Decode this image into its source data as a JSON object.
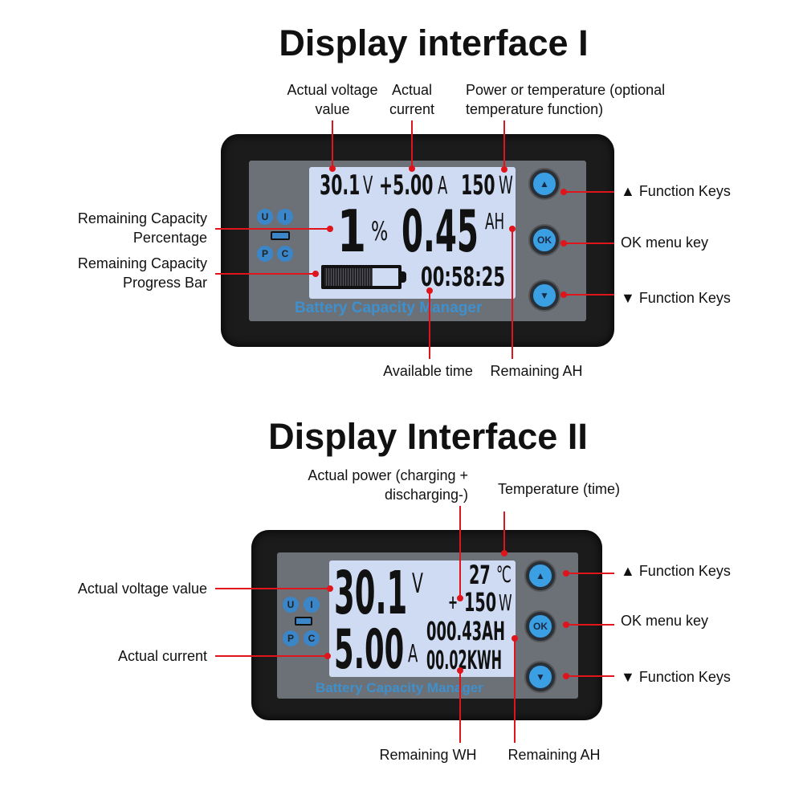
{
  "colors": {
    "annotation": "#e0141b",
    "button": "#3b9fe3",
    "lcd": "#cfdbf3",
    "brand": "#3796dc"
  },
  "interface1": {
    "title": "Display interface I",
    "labels": {
      "voltage": [
        "Actual voltage",
        "value"
      ],
      "current": [
        "Actual",
        "current"
      ],
      "power": [
        "Power or temperature (optional",
        "temperature function)"
      ],
      "pct": [
        "Remaining Capacity",
        "Percentage"
      ],
      "bar": [
        "Remaining Capacity",
        "Progress Bar"
      ],
      "up": "▲ Function Keys",
      "ok": "OK menu key",
      "down": "▼ Function Keys",
      "time": "Available time",
      "ah": "Remaining AH"
    },
    "lcd": {
      "voltage": "30.1",
      "v_unit": "V",
      "current": "+5.00",
      "a_unit": "A",
      "power": "150",
      "w_unit": "W",
      "percent": "1",
      "pct_unit": "%",
      "ah": "0.45",
      "ah_unit": "AH",
      "time": "00:58:25",
      "battery_fill": 0.65
    },
    "brand": "Battery Capacity Manager",
    "buttons": {
      "up": "▲",
      "ok": "OK",
      "down": "▼"
    },
    "keys": [
      "U",
      "I",
      "P",
      "C"
    ]
  },
  "interface2": {
    "title": "Display Interface II",
    "labels": {
      "power": [
        "Actual power (charging +",
        "discharging-)"
      ],
      "temp": "Temperature (time)",
      "voltage": "Actual voltage value",
      "current": "Actual current",
      "up": "▲ Function Keys",
      "ok": "OK menu key",
      "down": "▼ Function Keys",
      "wh": "Remaining WH",
      "ah": "Remaining AH"
    },
    "lcd": {
      "voltage": "30.1",
      "v_unit": "V",
      "temp": "27",
      "temp_unit": "℃",
      "sign": "+",
      "power": "150",
      "w_unit": "W",
      "current": "5.00",
      "a_unit": "A",
      "ah": "000.43AH",
      "kwh": "00.02KWH"
    },
    "brand": "Battery Capacity Manager",
    "buttons": {
      "up": "▲",
      "ok": "OK",
      "down": "▼"
    },
    "keys": [
      "U",
      "I",
      "P",
      "C"
    ]
  }
}
